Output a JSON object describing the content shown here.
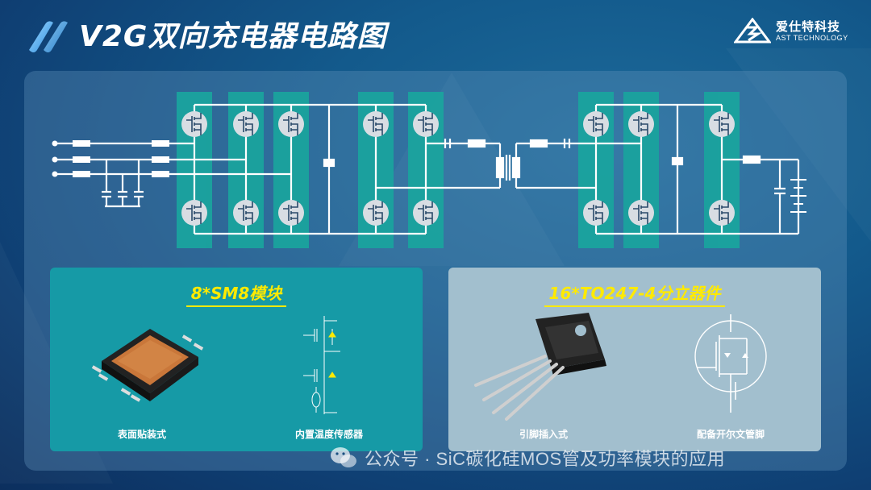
{
  "header": {
    "title": "V2G双向充电器电路图",
    "brand_cn": "爱仕特科技",
    "brand_en": "AST TECHNOLOGY"
  },
  "left_card": {
    "title": "8*SM8模块",
    "caption_left": "表面贴装式",
    "caption_right": "内置温度传感器"
  },
  "right_card": {
    "title": "16*TO247-4分立器件",
    "caption_left": "引脚插入式",
    "caption_right": "配备开尔文管脚"
  },
  "watermark": {
    "text": "公众号 · SiC碳化硅MOS管及功率模块的应用"
  },
  "colors": {
    "background": "#135a8c",
    "module_highlight": "#1aa39e",
    "title_yellow": "#ffea00",
    "left_card": "#169aa6",
    "right_card": "#a2bfce"
  }
}
